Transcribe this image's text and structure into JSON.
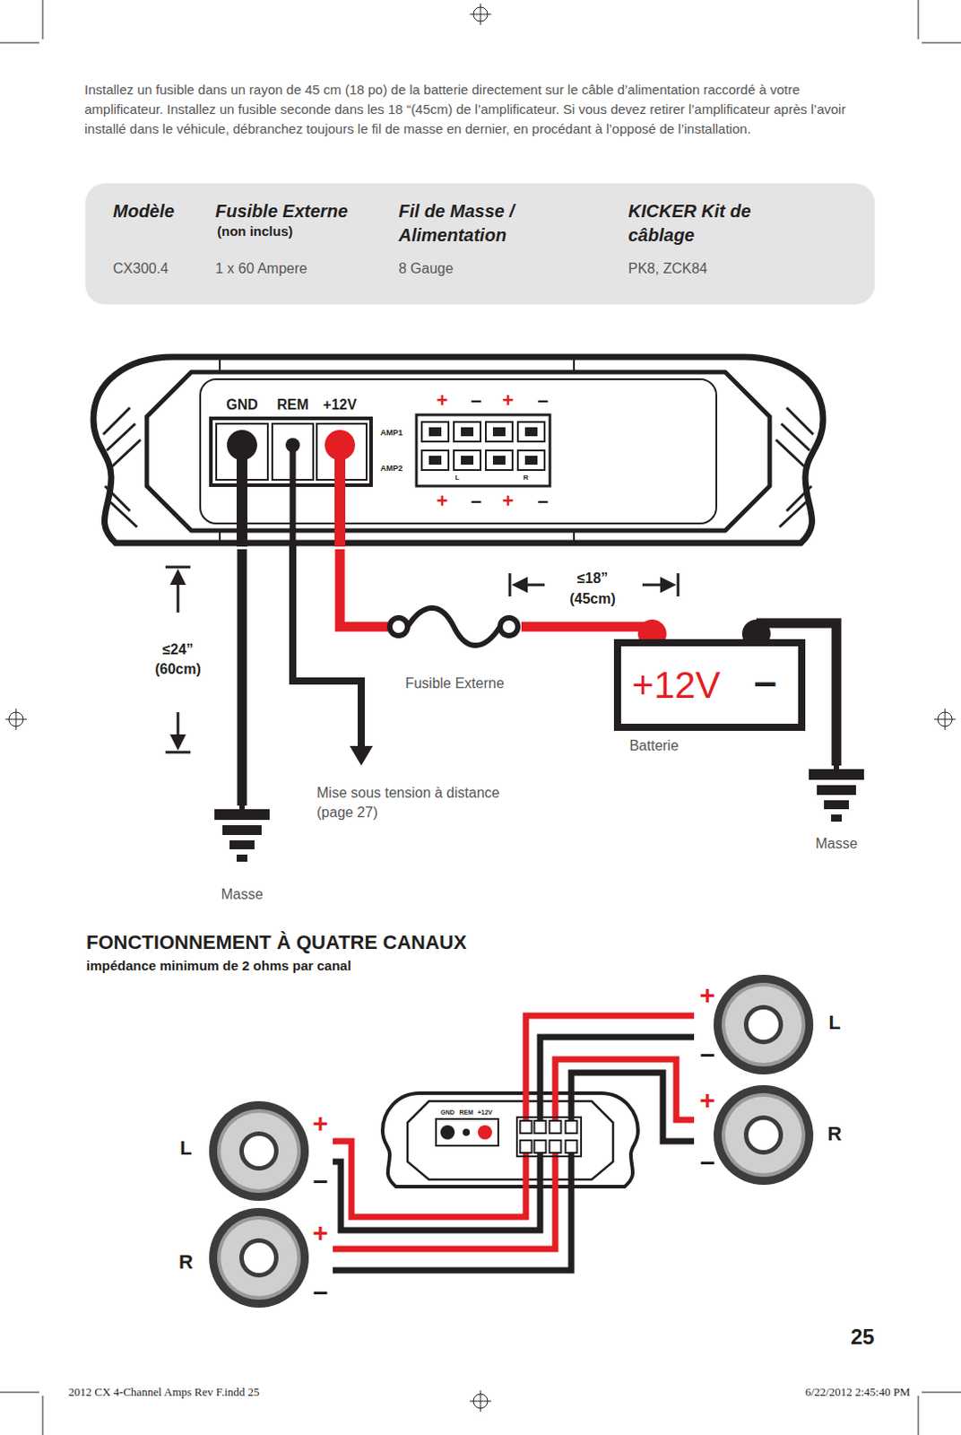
{
  "diagram": {
    "nodes": [
      {
        "text": [
          "GND",
          "REM",
          "+12V",
          "+",
          "–",
          "+",
          "–",
          "AMP1",
          "AMP2",
          "L",
          "R",
          "+",
          "–",
          "+",
          "–"
        ]
      },
      {
        "text": [
          "Fusible Externe"
        ]
      },
      {
        "text": [
          "+12V",
          "–",
          "Batterie"
        ]
      },
      {
        "text": [
          "Masse"
        ]
      },
      {
        "text": [
          "Masse"
        ]
      },
      {
        "text": [
          "GND",
          "REM",
          "+12V"
        ]
      },
      {
        "text": [
          "+",
          "–",
          "L"
        ]
      },
      {
        "text": [
          "+",
          "–",
          "R"
        ]
      },
      {
        "text": [
          "+",
          "–",
          "L"
        ]
      },
      {
        "text": [
          "+",
          "–",
          "R"
        ]
      }
    ],
    "edges": [
      {
        "from": 0,
        "to": 1,
        "arrow": "none"
      },
      {
        "from": 1,
        "to": 2,
        "arrow": "none"
      },
      {
        "from": 0,
        "to": 3,
        "arrow": "none"
      },
      {
        "from": 2,
        "to": 4,
        "arrow": "none"
      },
      {
        "from": 5,
        "to": 6,
        "arrow": "none"
      },
      {
        "from": 5,
        "to": 6,
        "arrow": "none"
      },
      {
        "from": 5,
        "to": 7,
        "arrow": "none"
      },
      {
        "from": 5,
        "to": 7,
        "arrow": "none"
      },
      {
        "from": 5,
        "to": 8,
        "arrow": "none"
      },
      {
        "from": 5,
        "to": 8,
        "arrow": "none"
      },
      {
        "from": 5,
        "to": 9,
        "arrow": "none"
      },
      {
        "from": 5,
        "to": 9,
        "arrow": "none"
      }
    ],
    "labels": [
      "Installez un fusible dans un rayon de 45 cm (18 po) de la batterie directement sur le câble d’alimentation raccordé à votre amplificateur. Installez un fusible seconde dans les 18 “(45cm) de l’amplificateur. Si vous devez retirer l’amplificateur après l’avoir installé dans le véhicule, débranchez toujours le fil de masse en dernier, en procédant à l’opposé de l’installation.",
      "Modèle",
      "Fusible Externe",
      "(non inclus)",
      "Fil de Masse / Alimentation",
      "KICKER Kit de câblage",
      "CX300.4",
      "1 x 60 Ampere",
      "8 Gauge",
      "PK8, ZCK84",
      "≤18”",
      "(45cm)",
      "≤24”",
      "(60cm)",
      "Mise sous tension à distance (page 27)",
      "FONCTIONNEMENT À QUATRE CANAUX",
      "impédance minimum de 2 ohms par canal",
      "25",
      "2012 CX 4-Channel Amps Rev F.indd 25",
      "6/22/2012 2:45:40 PM"
    ]
  }
}
